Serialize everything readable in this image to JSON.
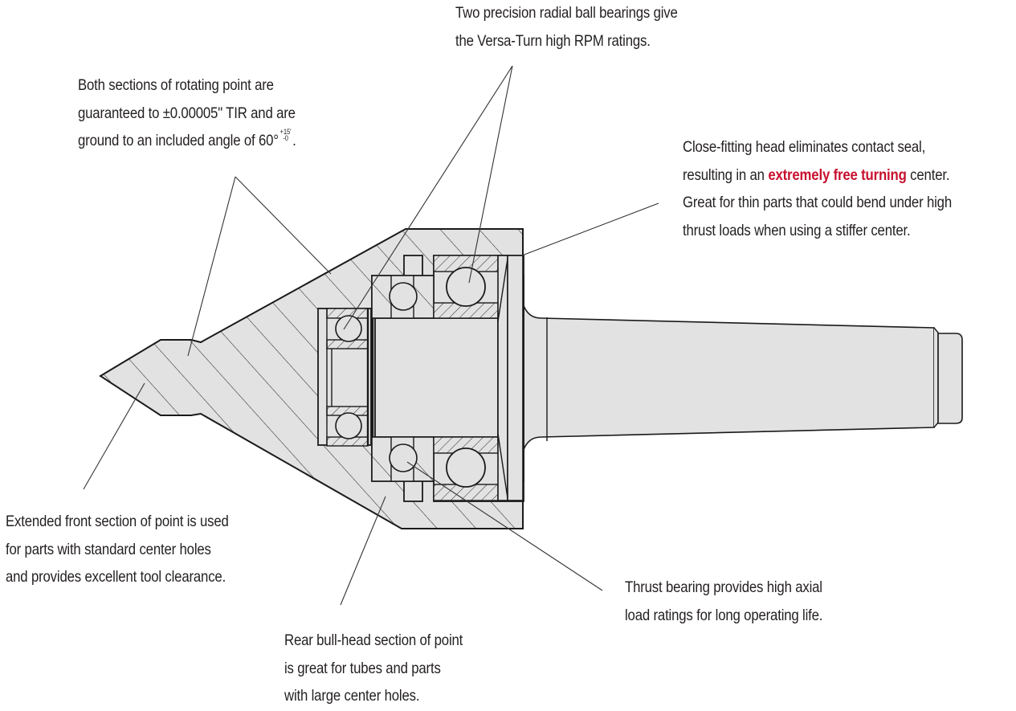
{
  "title": "Versa-Turn live center cutaway diagram",
  "colors": {
    "text": "#231f20",
    "highlight": "#c8102e",
    "part_fill": "#e2e2e2",
    "outline": "#1a1a1a",
    "leader": "#333333"
  },
  "callouts": {
    "bearings": {
      "lines": [
        "Two precision radial ball bearings give",
        "the Versa-Turn high RPM ratings."
      ]
    },
    "tolerance": {
      "line1": "Both sections of rotating point are",
      "line2": "guaranteed to ±0.00005\" TIR and are",
      "line3_prefix": "ground to an included angle of 60°",
      "tol_plus": "+15'",
      "tol_minus": "-0",
      "line3_suffix": "."
    },
    "head": {
      "line1": "Close-fitting head eliminates contact seal,",
      "line2_prefix": "resulting in an ",
      "line2_highlight": "extremely free turning",
      "line2_suffix": " center.",
      "line3": "Great for thin parts that could bend under high",
      "line4": "thrust loads when using a stiffer center."
    },
    "front": {
      "lines": [
        "Extended front section of point is used",
        "for parts with standard center holes",
        "and provides excellent tool clearance."
      ]
    },
    "thrust": {
      "lines": [
        "Thrust bearing provides high axial",
        "load ratings for long operating life."
      ]
    },
    "rear": {
      "lines": [
        "Rear bull-head section of point",
        "is great for tubes and parts",
        "with large center holes."
      ]
    }
  }
}
